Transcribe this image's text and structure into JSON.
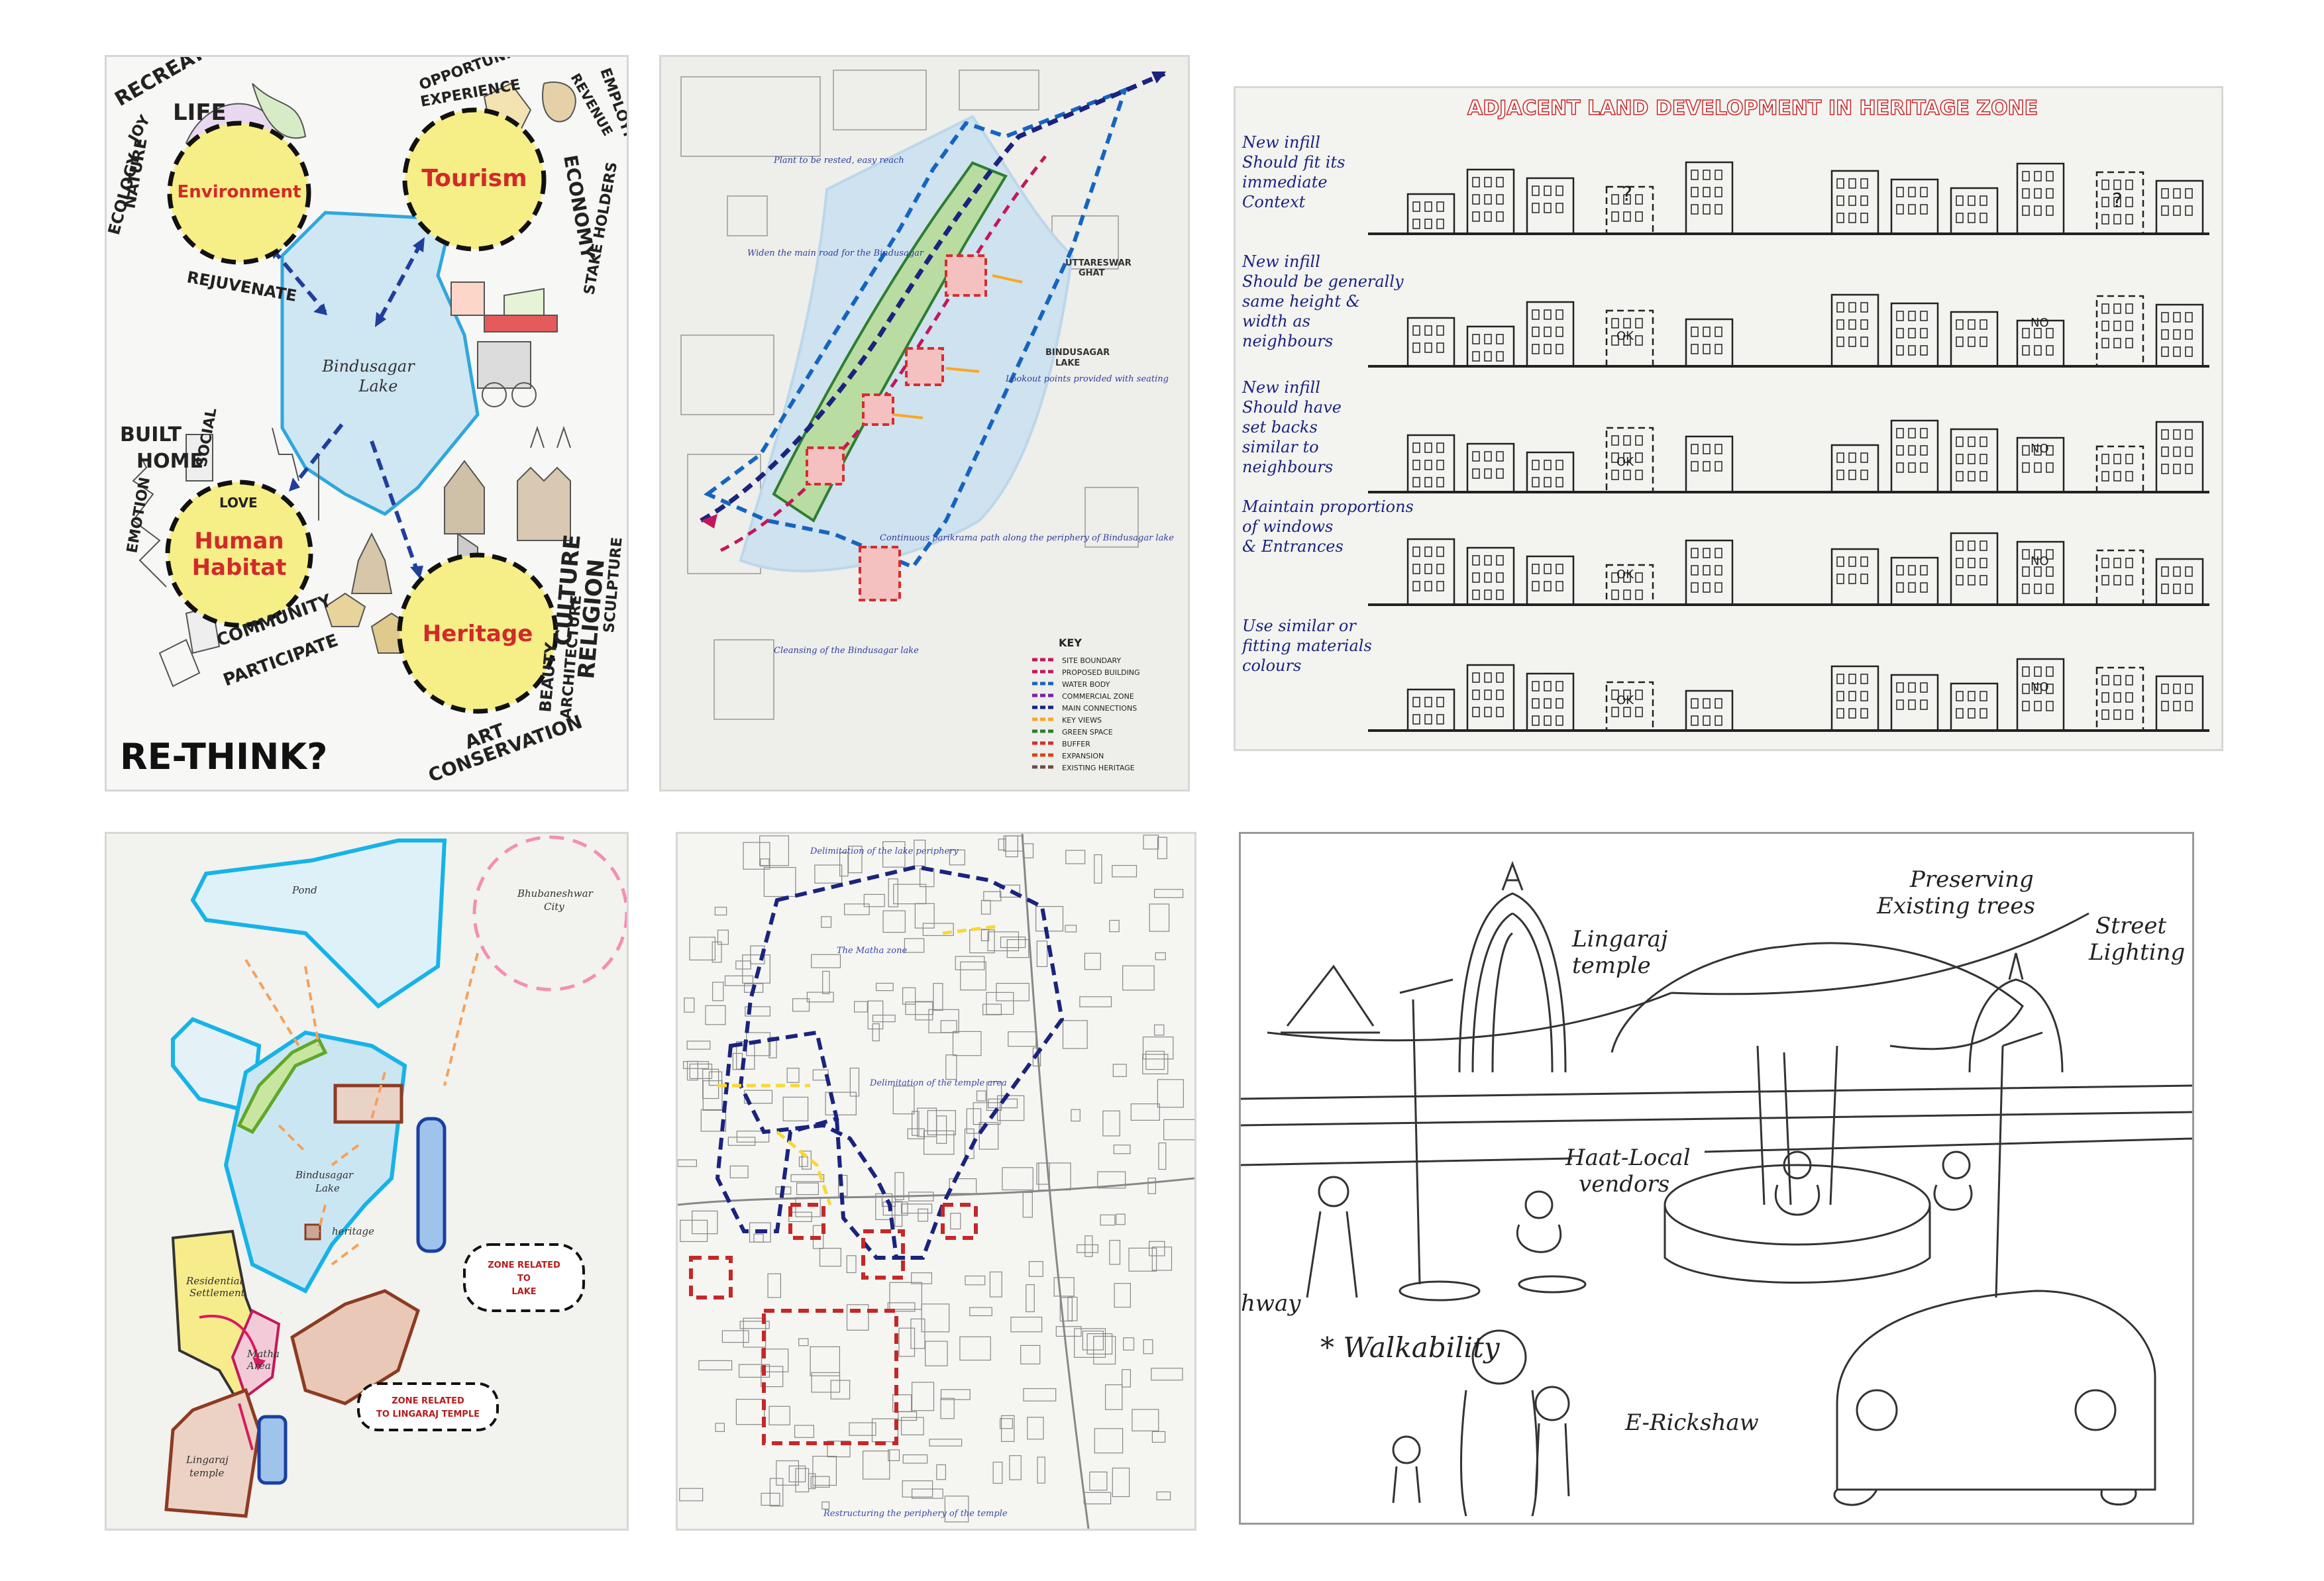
{
  "panels": {
    "vision": {
      "circles": {
        "environment": "Environment",
        "tourism": "Tourism",
        "human_habitat_1": "Human",
        "human_habitat_2": "Habitat",
        "heritage": "Heritage"
      },
      "lake": [
        "Bindusagar",
        "Lake"
      ],
      "words": {
        "recreation": "RECREATION",
        "life": "LIFE",
        "nature": "NATURE",
        "ecology": "ECOLOGY",
        "joy": "JOY",
        "rejuvenate": "REJUVENATE",
        "opportunity": "OPPORTUNITY",
        "experience": "EXPERIENCE",
        "employment": "EMPLOYMENT",
        "revenue": "REVENUE",
        "economy": "ECONOMY",
        "stake_holders": "STAKE HOLDERS",
        "built": "BUILT",
        "home": "HOME",
        "emotion": "EMOTION",
        "social": "SOCIAL",
        "love": "LOVE",
        "community": "COMMUNITY",
        "participate": "PARTICIPATE",
        "culture": "CULTURE",
        "religion": "RELIGION",
        "beauty": "BEAUTY",
        "architecture": "ARCHITECTURE",
        "sculpture": "SCULPTURE",
        "art": "ART",
        "conservation": "CONSERVATION"
      },
      "rethink": "RE-THINK?"
    },
    "site_plan": {
      "lake_label": [
        "BINDUSAGAR",
        "LAKE"
      ],
      "ghat_label": [
        "UTTARESWAR",
        "GHAT"
      ],
      "notes": [
        "Plant to be rested, easy reach",
        "Widen the main road for the Bindusagar",
        "Lookout points provided with seating",
        "Continuous parikrama path along the periphery of Bindusagar lake",
        "Cleansing of the Bindusagar lake"
      ],
      "key_title": "KEY",
      "key": [
        "SITE BOUNDARY",
        "PROPOSED BUILDING",
        "WATER BODY",
        "COMMERCIAL ZONE",
        "MAIN CONNECTIONS",
        "KEY VIEWS",
        "GREEN SPACE",
        "BUFFER",
        "EXPANSION",
        "EXISTING HERITAGE"
      ],
      "key_colors": [
        "#c2185b",
        "#c2185b",
        "#1565c0",
        "#7b1fa2",
        "#1a237e",
        "#f9a825",
        "#2e7d32",
        "#d32f2f",
        "#d84315",
        "#6d4c41"
      ]
    },
    "guidelines": {
      "title": "ADJACENT LAND DEVELOPMENT IN HERITAGE ZONE",
      "rows": [
        [
          "New infill",
          "Should fit its",
          "immediate",
          "Context"
        ],
        [
          "New infill",
          "Should be generally",
          "same height &",
          "width as",
          "neighbours"
        ],
        [
          "New infill",
          "Should have",
          "set backs",
          "similar to",
          "neighbours"
        ],
        [
          "Maintain proportions",
          "of windows",
          "& Entrances"
        ],
        [
          "Use similar or",
          "fitting materials",
          "colours"
        ]
      ],
      "marks": {
        "question": "?",
        "ok": "OK",
        "no": "NO"
      }
    },
    "zoning": {
      "labels": {
        "pond": "Pond",
        "city": [
          "Bhubaneshwar",
          "City"
        ],
        "lake": [
          "Bindusagar",
          "Lake"
        ],
        "heritage": "heritage",
        "residential": [
          "Residential",
          "Settlement"
        ],
        "matha": [
          "Matha",
          "Area"
        ],
        "lingaraj": [
          "Lingaraj",
          "temple"
        ],
        "zone_lake": [
          "ZONE RELATED",
          "TO",
          "LAKE"
        ],
        "zone_temple": [
          "ZONE RELATED",
          "TO LINGARAJ TEMPLE"
        ]
      }
    },
    "connections": {
      "notes": [
        "Delimitation of the lake periphery",
        "The Matha zone",
        "Delimitation of the temple area",
        "Restructuring the periphery of the temple"
      ]
    },
    "street": {
      "labels": {
        "lingaraj": [
          "Lingaraj",
          "temple"
        ],
        "trees": [
          "Preserving",
          "Existing trees"
        ],
        "lighting": [
          "Street",
          "Lighting"
        ],
        "haat": [
          "Haat-Local",
          "vendors"
        ],
        "walkability": "* Walkability",
        "rickshaw": "E-Rickshaw",
        "way": "hway"
      }
    }
  }
}
